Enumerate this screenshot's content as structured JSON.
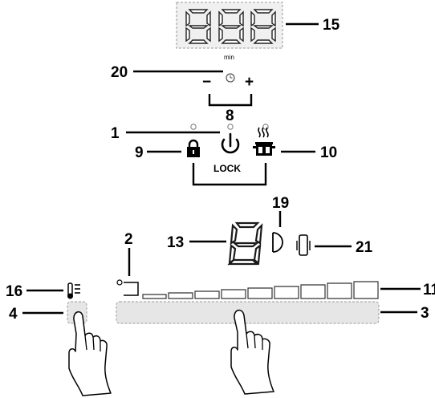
{
  "callouts": {
    "c1": "1",
    "c2": "2",
    "c3": "3",
    "c4": "4",
    "c8": "8",
    "c9": "9",
    "c10": "10",
    "c11": "11",
    "c13": "13",
    "c15": "15",
    "c16": "16",
    "c19": "19",
    "c20": "20",
    "c21": "21"
  },
  "timer": {
    "unit_label": "min",
    "minus_label": "−",
    "plus_label": "+"
  },
  "lock_label": "LOCK",
  "icons": {
    "timer": "clock-icon",
    "power": "power-icon",
    "lock": "padlock-icon",
    "keep_warm": "keep-warm-pot-icon",
    "heat_indicator": "heat-level-icon",
    "zone_select": "zone-select-icon",
    "residual_heat": "residual-heat-icon",
    "bridge": "bridge-icon"
  },
  "power_slider_steps": 9
}
